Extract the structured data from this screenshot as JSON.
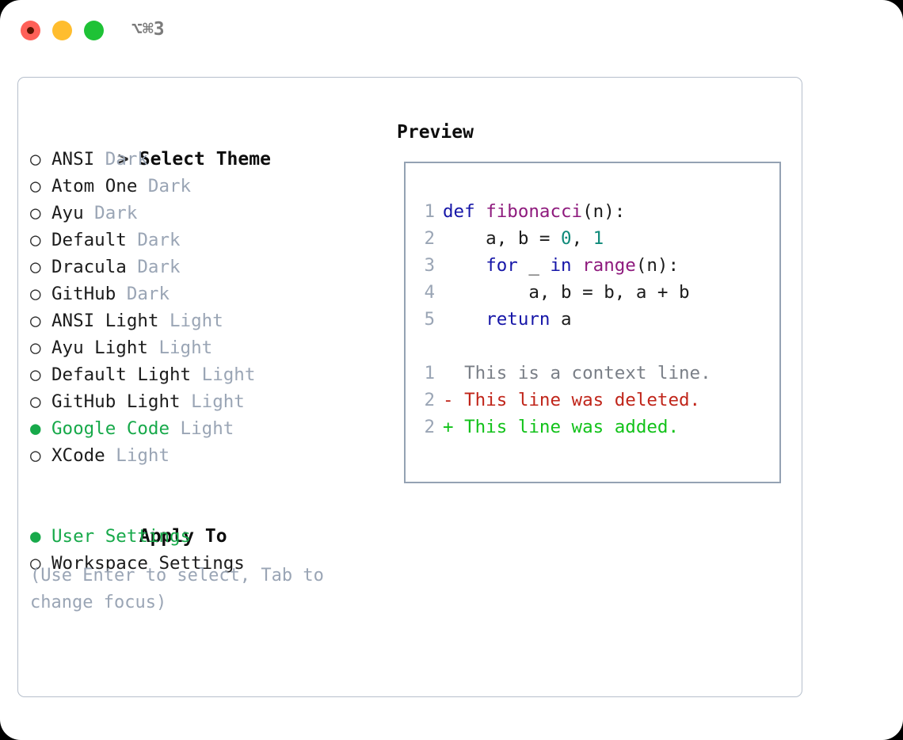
{
  "window": {
    "title": "⌥⌘3",
    "traffic_lights": [
      {
        "name": "close",
        "color": "#ff6058"
      },
      {
        "name": "minimize",
        "color": "#ffbd2e"
      },
      {
        "name": "maximize",
        "color": "#1ec236"
      }
    ]
  },
  "colors": {
    "accent_green": "#17a94a",
    "muted": "#9aa5b5",
    "keyword": "#1616a8",
    "function": "#8e1a7d",
    "number": "#0f8a7a",
    "diff_deleted": "#c0251a",
    "diff_added": "#12c21a",
    "diff_context": "#7a7f87",
    "panel_border": "#b6bfcc",
    "code_border": "#94a2b3"
  },
  "theme_picker": {
    "header_marker": ">",
    "header_label": "Select Theme",
    "marker_unselected": "○",
    "marker_selected": "●",
    "items": [
      {
        "name": "ANSI",
        "suffix": "Dark",
        "selected": false
      },
      {
        "name": "Atom One",
        "suffix": "Dark",
        "selected": false
      },
      {
        "name": "Ayu",
        "suffix": "Dark",
        "selected": false
      },
      {
        "name": "Default",
        "suffix": "Dark",
        "selected": false
      },
      {
        "name": "Dracula",
        "suffix": "Dark",
        "selected": false
      },
      {
        "name": "GitHub",
        "suffix": "Dark",
        "selected": false
      },
      {
        "name": "ANSI Light",
        "suffix": "Light",
        "selected": false
      },
      {
        "name": "Ayu Light",
        "suffix": "Light",
        "selected": false
      },
      {
        "name": "Default Light",
        "suffix": "Light",
        "selected": false
      },
      {
        "name": "GitHub Light",
        "suffix": "Light",
        "selected": false
      },
      {
        "name": "Google Code",
        "suffix": "Light",
        "selected": true
      },
      {
        "name": "XCode",
        "suffix": "Light",
        "selected": false
      }
    ]
  },
  "apply_to": {
    "header_label": "Apply To",
    "items": [
      {
        "name": "User Settings",
        "selected": true
      },
      {
        "name": "Workspace Settings",
        "selected": false
      }
    ]
  },
  "hint": "(Use Enter to select, Tab to change focus)",
  "preview": {
    "title": "Preview",
    "code_lines": [
      {
        "num": "1",
        "tokens": [
          {
            "t": "def ",
            "c": "kw"
          },
          {
            "t": "fibonacci",
            "c": "fn"
          },
          {
            "t": "(n):",
            "c": "pl"
          }
        ]
      },
      {
        "num": "2",
        "tokens": [
          {
            "t": "    a, b = ",
            "c": "pl"
          },
          {
            "t": "0",
            "c": "num"
          },
          {
            "t": ", ",
            "c": "pl"
          },
          {
            "t": "1",
            "c": "num"
          }
        ]
      },
      {
        "num": "3",
        "tokens": [
          {
            "t": "    ",
            "c": "pl"
          },
          {
            "t": "for",
            "c": "kw"
          },
          {
            "t": " _ ",
            "c": "pl"
          },
          {
            "t": "in",
            "c": "kw"
          },
          {
            "t": " ",
            "c": "pl"
          },
          {
            "t": "range",
            "c": "fn"
          },
          {
            "t": "(n):",
            "c": "pl"
          }
        ]
      },
      {
        "num": "4",
        "tokens": [
          {
            "t": "        a, b = b, a + b",
            "c": "pl"
          }
        ]
      },
      {
        "num": "5",
        "tokens": [
          {
            "t": "    ",
            "c": "pl"
          },
          {
            "t": "return",
            "c": "kw"
          },
          {
            "t": " a",
            "c": "pl"
          }
        ]
      }
    ],
    "diff_lines": [
      {
        "num": "1",
        "sign": " ",
        "text": "This is a context line.",
        "kind": "ctx"
      },
      {
        "num": "2",
        "sign": "-",
        "text": "This line was deleted.",
        "kind": "del"
      },
      {
        "num": "2",
        "sign": "+",
        "text": "This line was added.",
        "kind": "add"
      }
    ]
  }
}
